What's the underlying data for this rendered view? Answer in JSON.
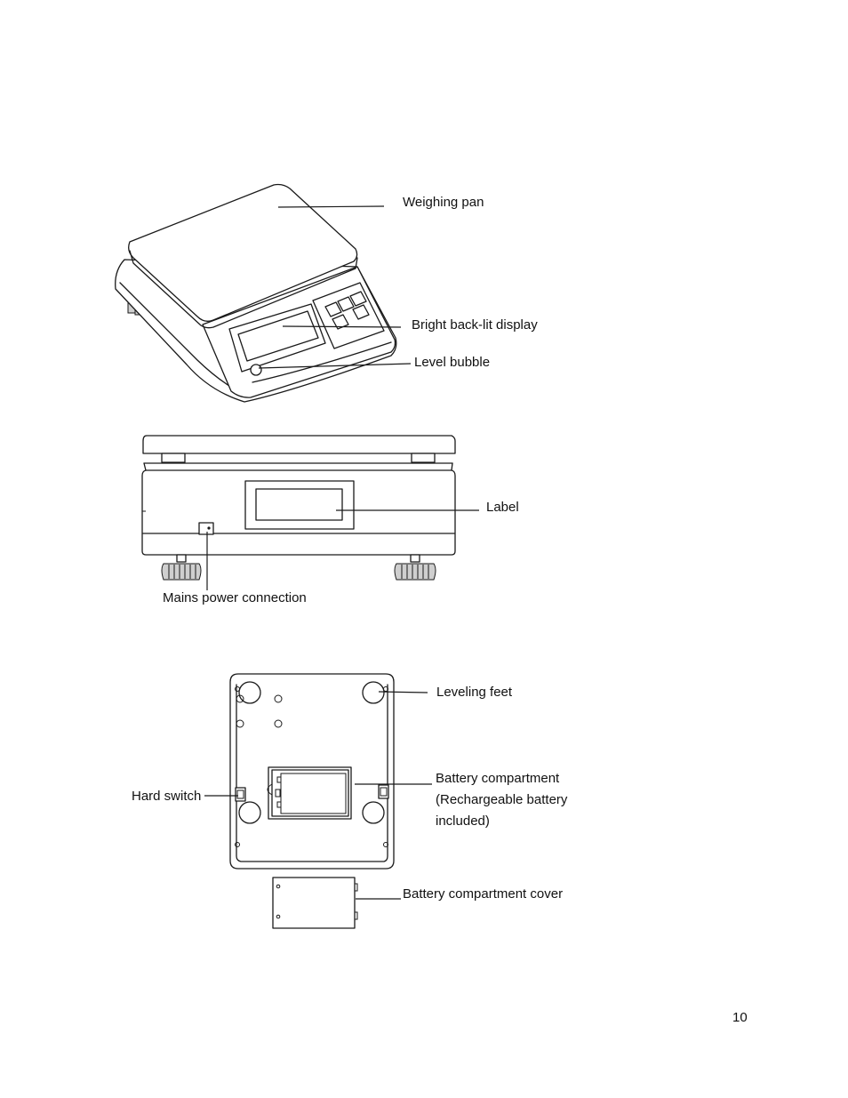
{
  "labels": {
    "weighing_pan": "Weighing pan",
    "display": "Bright back-lit display",
    "level_bubble": "Level bubble",
    "label": "Label",
    "mains_power": "Mains power connection",
    "leveling_feet": "Leveling feet",
    "hard_switch": "Hard switch",
    "battery_compartment": [
      "Battery compartment",
      "(Rechargeable battery",
      "included)"
    ],
    "battery_cover": "Battery compartment cover"
  },
  "page_number": "10"
}
